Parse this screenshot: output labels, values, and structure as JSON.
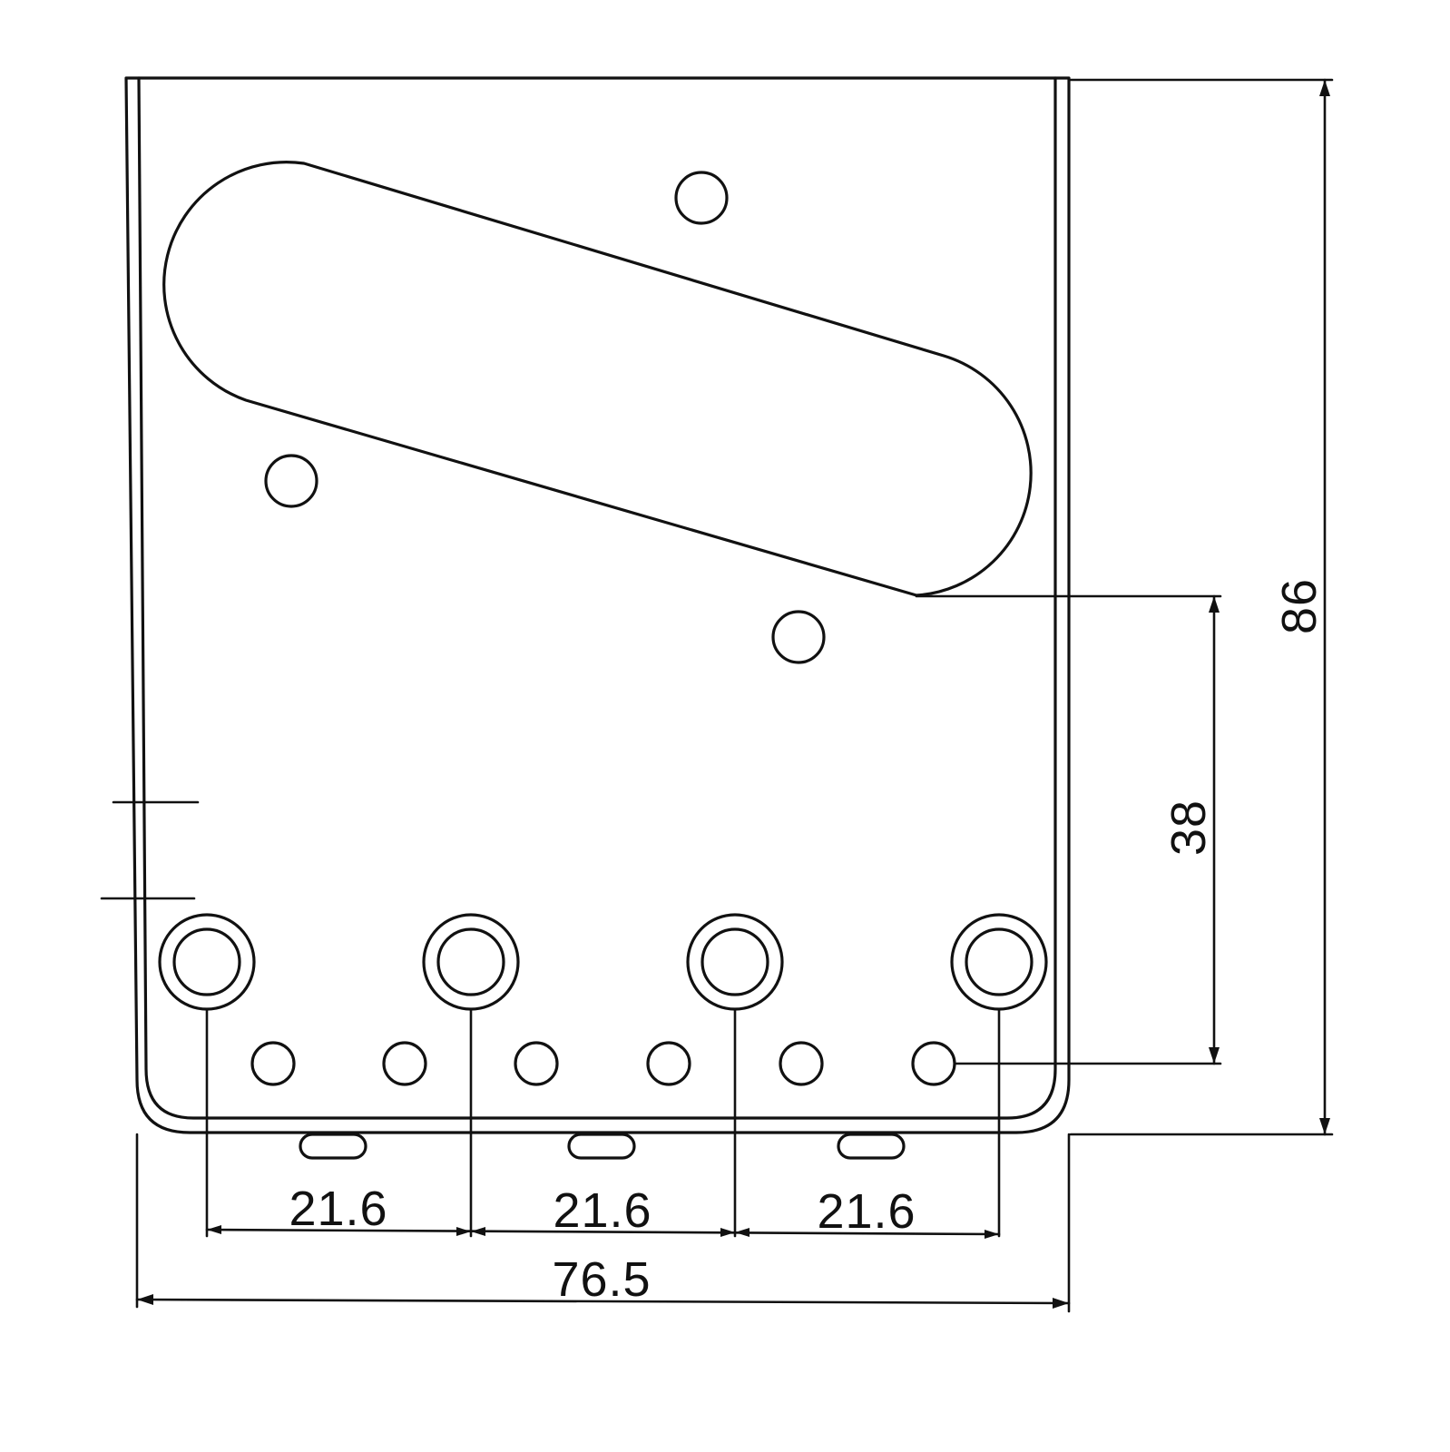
{
  "dimensions": {
    "bolt_spacing_1": "21.6",
    "bolt_spacing_2": "21.6",
    "bolt_spacing_3": "21.6",
    "overall_width": "76.5",
    "overall_height": "86",
    "pickup_to_holes_height": "38"
  },
  "colors": {
    "line": "#111111",
    "background": "#ffffff"
  }
}
